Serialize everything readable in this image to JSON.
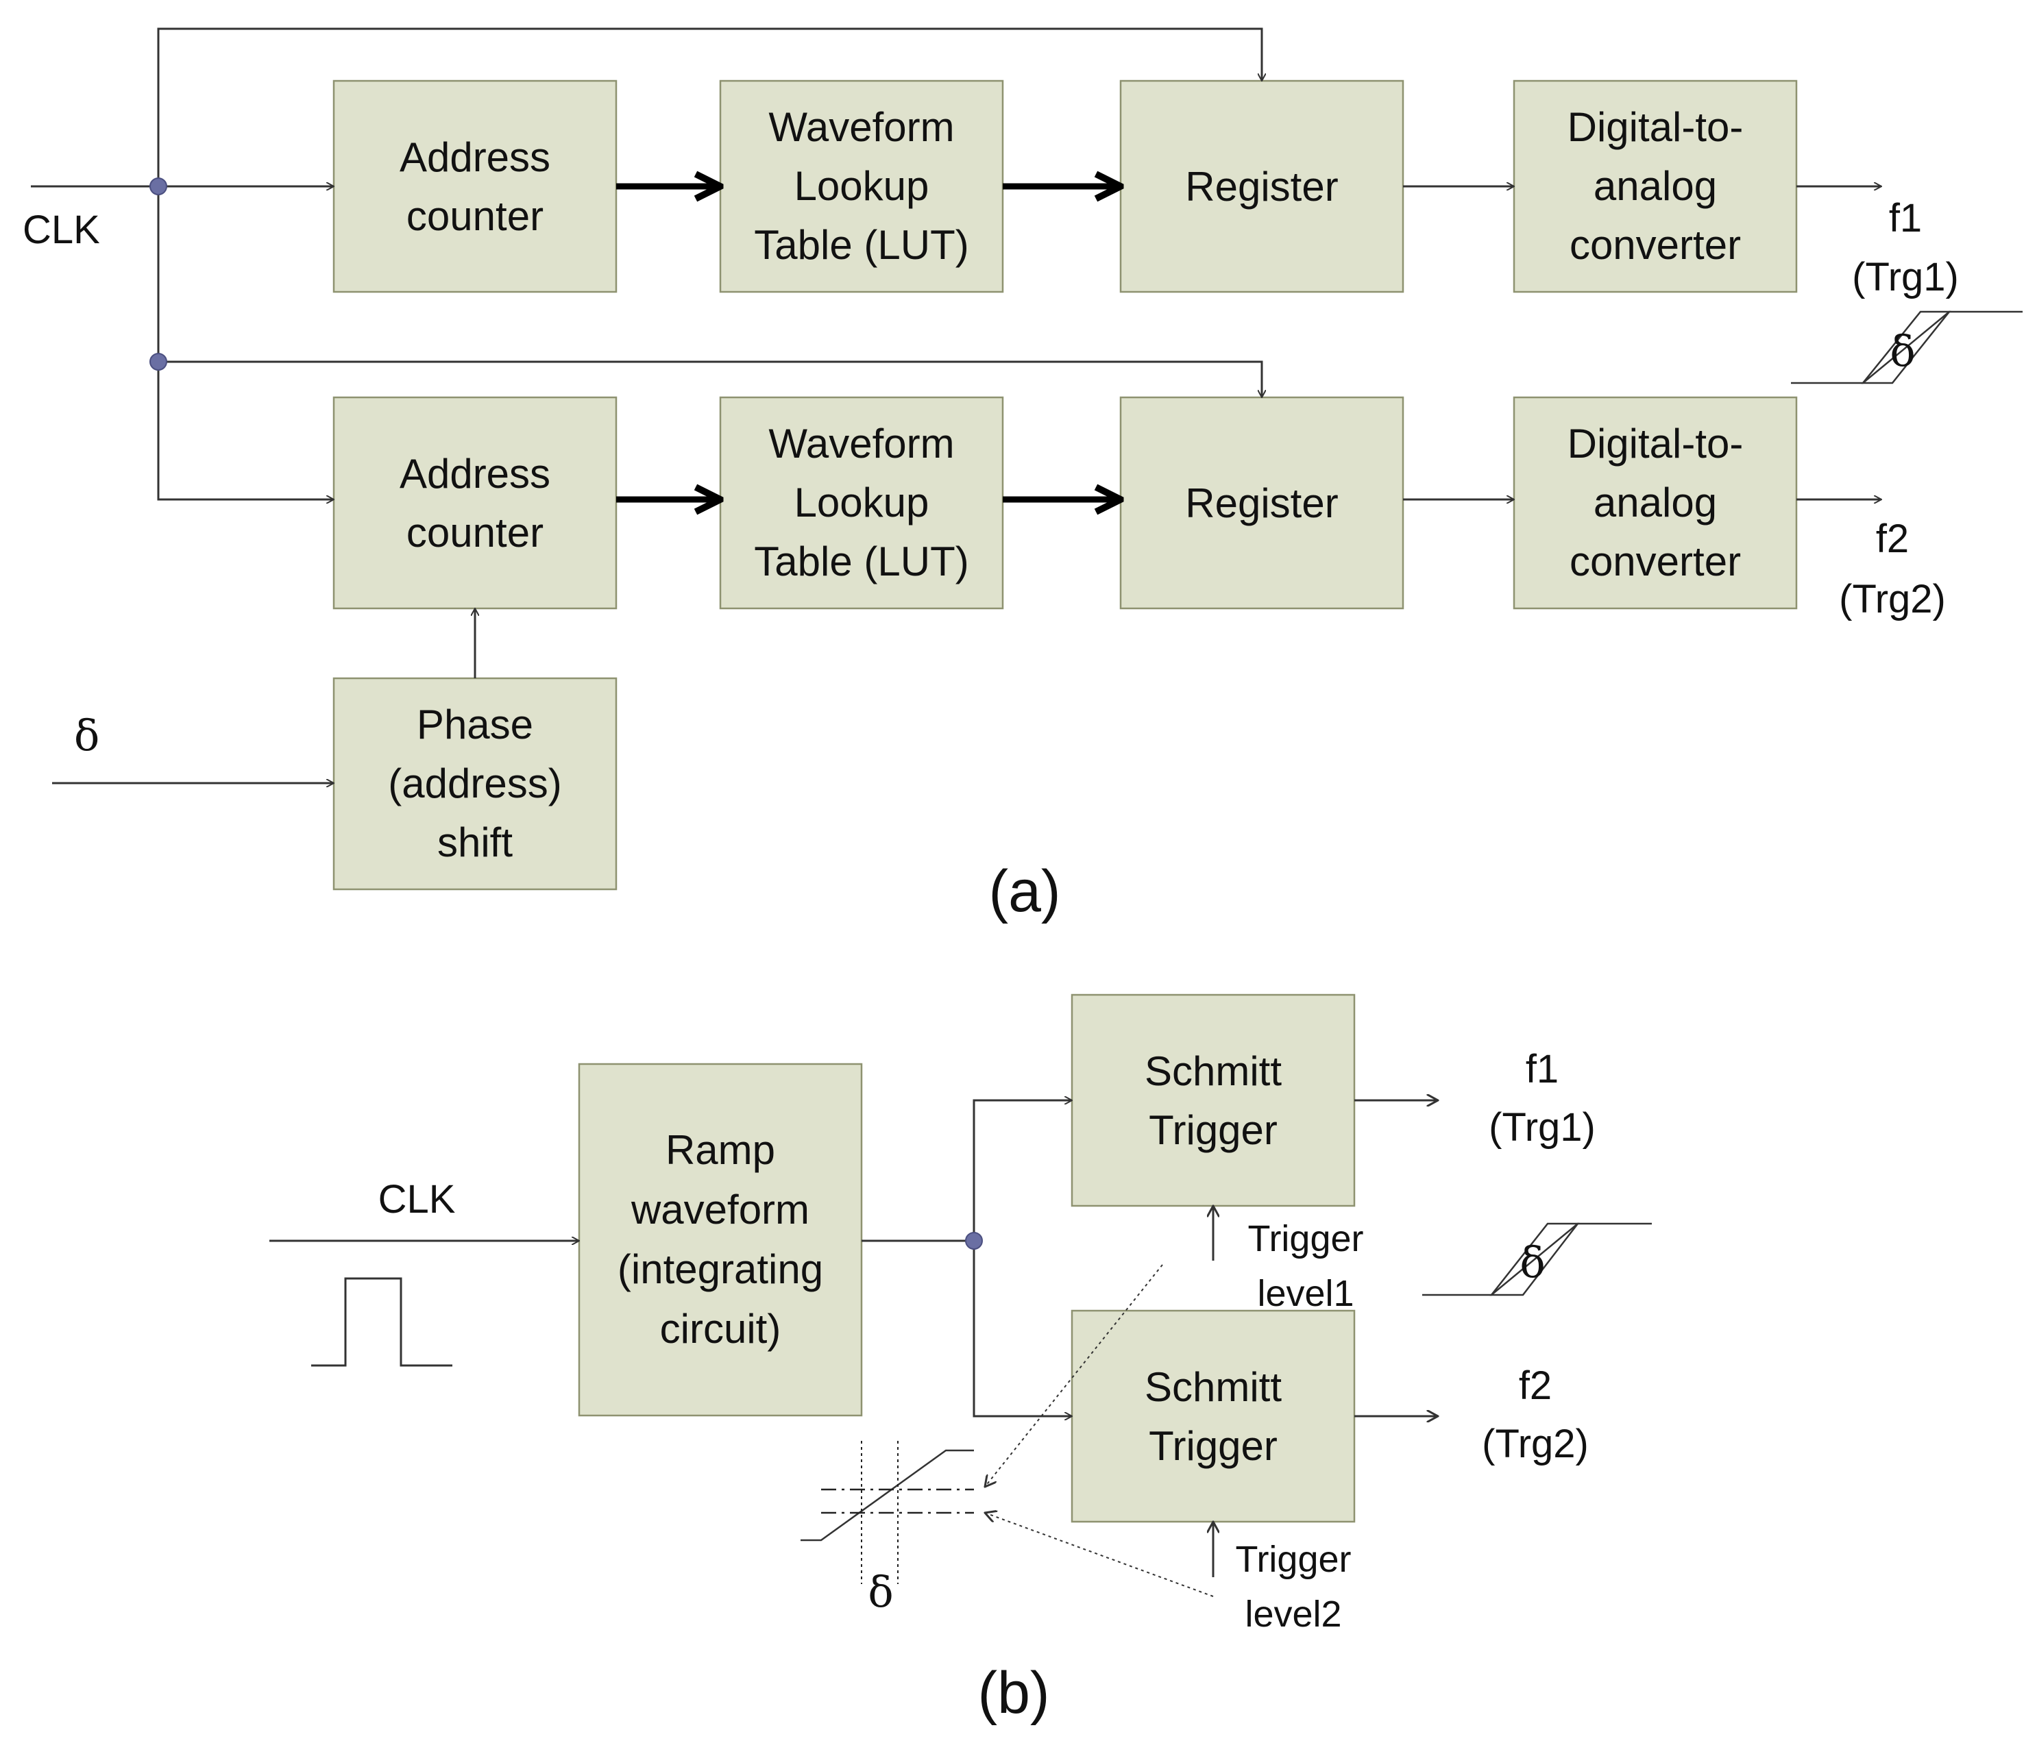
{
  "panel_a": {
    "caption": "(a)",
    "clk_label": "CLK",
    "delta_input": "δ",
    "delta_skew": "δ",
    "out1": [
      "f1",
      "(Trg1)"
    ],
    "out2": [
      "f2",
      "(Trg2)"
    ],
    "blocks": {
      "counter1": [
        "Address",
        "counter"
      ],
      "lut1": [
        "Waveform",
        "Lookup",
        "Table (LUT)"
      ],
      "reg1": [
        "Register"
      ],
      "dac1": [
        "Digital-to-",
        "analog",
        "converter"
      ],
      "counter2": [
        "Address",
        "counter"
      ],
      "lut2": [
        "Waveform",
        "Lookup",
        "Table (LUT)"
      ],
      "reg2": [
        "Register"
      ],
      "dac2": [
        "Digital-to-",
        "analog",
        "converter"
      ],
      "phase": [
        "Phase",
        "(address)",
        "shift"
      ]
    }
  },
  "panel_b": {
    "caption": "(b)",
    "clk_label": "CLK",
    "delta_skew": "δ",
    "delta_levels": "δ",
    "out1": [
      "f1",
      "(Trg1)"
    ],
    "out2": [
      "f2",
      "(Trg2)"
    ],
    "trigger1": [
      "Trigger",
      "level1"
    ],
    "trigger2": [
      "Trigger",
      "level2"
    ],
    "blocks": {
      "ramp": [
        "Ramp",
        "waveform",
        "(integrating",
        "circuit)"
      ],
      "schmitt1": [
        "Schmitt",
        "Trigger"
      ],
      "schmitt2": [
        "Schmitt",
        "Trigger"
      ]
    }
  }
}
